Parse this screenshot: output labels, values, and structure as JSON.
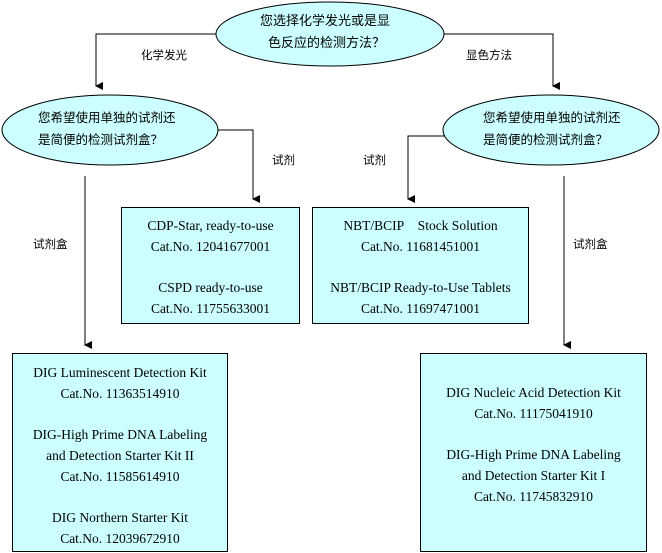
{
  "diagram": {
    "root": {
      "line1": "您选择化学发光或是显",
      "line2": "色反应的检测方法？"
    },
    "branches": {
      "left_label": "化学发光",
      "right_label": "显色方法"
    },
    "left_question": {
      "line1": "您希望使用单独的试剂还",
      "line2": "是简便的检测试剂盒？",
      "reagent_label": "试剂",
      "kit_label": "试剂盒"
    },
    "right_question": {
      "line1": "您希望使用单独的试剂还",
      "line2": "是简便的检测试剂盒？",
      "reagent_label": "试剂",
      "kit_label": "试剂盒"
    },
    "boxes": {
      "chemi_reagents": [
        {
          "name": "CDP-Star, ready-to-use",
          "cat": "Cat.No. 12041677001"
        },
        {
          "name": "CSPD ready-to-use",
          "cat": "Cat.No. 11755633001"
        }
      ],
      "color_reagents": [
        {
          "name": "NBT/BCIP    Stock Solution",
          "cat": "Cat.No. 11681451001"
        },
        {
          "name": "NBT/BCIP Ready-to-Use Tablets",
          "cat": "Cat.No. 11697471001"
        }
      ],
      "chemi_kits": [
        {
          "name": "DIG Luminescent Detection Kit",
          "cat": "Cat.No. 11363514910"
        },
        {
          "name": "DIG-High Prime DNA Labeling",
          "name2": "and Detection Starter Kit II",
          "cat": "Cat.No. 11585614910"
        },
        {
          "name": "DIG Northern Starter Kit",
          "cat": "Cat.No. 12039672910"
        }
      ],
      "color_kits": [
        {
          "name": "DIG Nucleic Acid Detection Kit",
          "cat": "Cat.No. 11175041910"
        },
        {
          "name": "DIG-High Prime DNA Labeling",
          "name2": "and Detection Starter Kit I",
          "cat": "Cat.No. 11745832910"
        }
      ]
    },
    "colors": {
      "node_fill": "#ccffff",
      "stroke": "#000000"
    }
  }
}
